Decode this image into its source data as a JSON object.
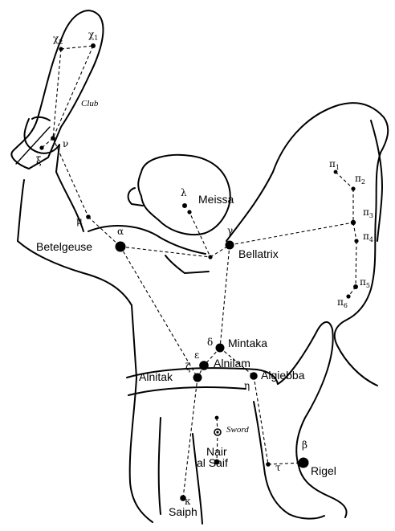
{
  "figure": {
    "subject": "Orion constellation",
    "ink_color": "#000000",
    "background_color": "#ffffff"
  },
  "stars": [
    {
      "key": "betelgeuse",
      "name": "Betelgeuse",
      "greek": "α",
      "magnitude_class": "bright"
    },
    {
      "key": "bellatrix",
      "name": "Bellatrix",
      "greek": "γ",
      "magnitude_class": "bright"
    },
    {
      "key": "rigel",
      "name": "Rigel",
      "greek": "β",
      "magnitude_class": "bright"
    },
    {
      "key": "meissa",
      "name": "Meissa",
      "greek": "λ",
      "magnitude_class": "medium"
    },
    {
      "key": "mintaka",
      "name": "Mintaka",
      "greek": "δ",
      "magnitude_class": "bright"
    },
    {
      "key": "alnilam",
      "name": "Alnilam",
      "greek": "ε",
      "magnitude_class": "bright"
    },
    {
      "key": "alnitak",
      "name": "Alnitak",
      "greek": "ζ",
      "magnitude_class": "bright"
    },
    {
      "key": "algiebba",
      "name": "Algiebba",
      "greek": "η",
      "magnitude_class": "medium"
    },
    {
      "key": "saiph",
      "name": "Saiph",
      "greek": "κ",
      "magnitude_class": "medium"
    },
    {
      "key": "nair",
      "name": "Nair al Saif",
      "name_line1": "Nair",
      "name_line2": "al Saif",
      "greek": "",
      "magnitude_class": "medium"
    }
  ],
  "greek_only": {
    "chi": "χ",
    "chi1_sub": "1",
    "chi2_sub": "2",
    "nu": "ν",
    "xi": "ξ",
    "mu": "μ",
    "pi": "π",
    "pi_subs": [
      "1",
      "2",
      "3",
      "4",
      "5",
      "6"
    ],
    "tau": "τ"
  },
  "annotations": {
    "club": "Club",
    "sword": "Sword"
  }
}
